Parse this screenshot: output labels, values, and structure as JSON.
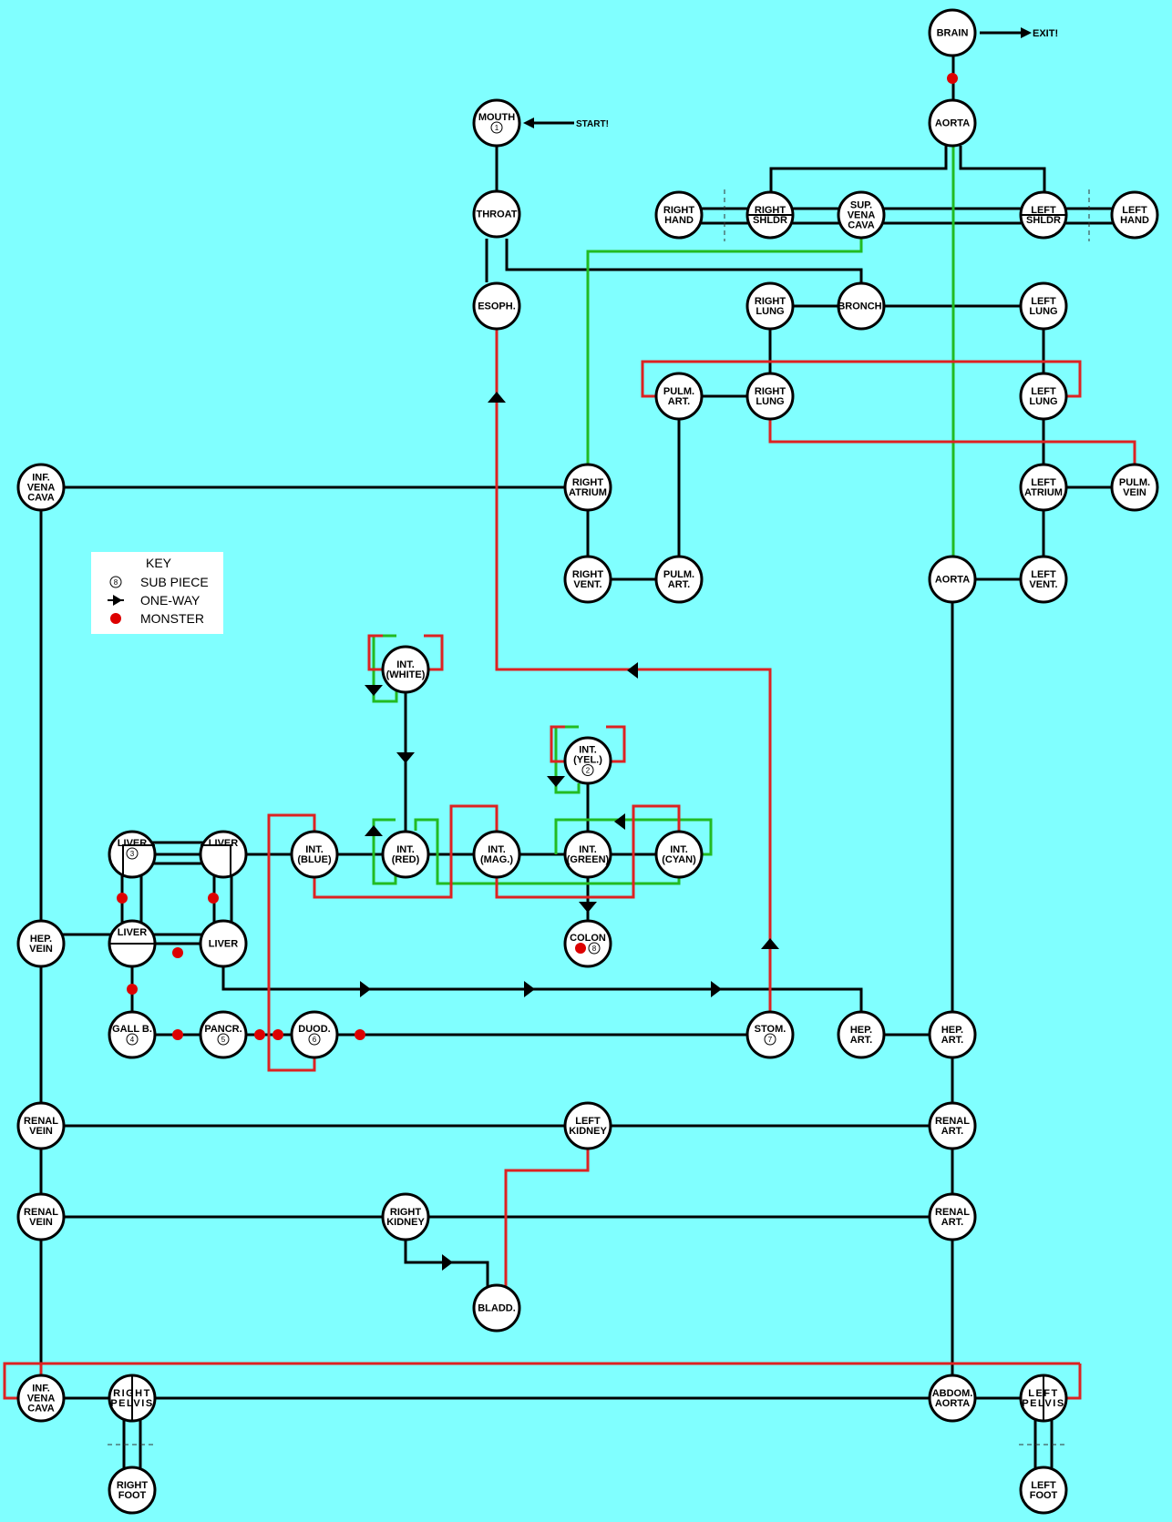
{
  "rooms": [
    {
      "id": "brain",
      "lines": [
        "BRAIN"
      ]
    },
    {
      "id": "aorta-top",
      "lines": [
        "AORTA"
      ]
    },
    {
      "id": "mouth",
      "lines": [
        "MOUTH"
      ],
      "sub": "1"
    },
    {
      "id": "throat",
      "lines": [
        "THROAT"
      ]
    },
    {
      "id": "esoph",
      "lines": [
        "ESOPH."
      ]
    },
    {
      "id": "right-hand",
      "lines": [
        "RIGHT",
        "HAND"
      ]
    },
    {
      "id": "right-shldr",
      "lines": [
        "RIGHT",
        "SHLDR"
      ]
    },
    {
      "id": "sup-vena-cava",
      "lines": [
        "SUP.",
        "VENA",
        "CAVA"
      ]
    },
    {
      "id": "left-shldr",
      "lines": [
        "LEFT",
        "SHLDR"
      ]
    },
    {
      "id": "left-hand",
      "lines": [
        "LEFT",
        "HAND"
      ]
    },
    {
      "id": "right-lung-upper",
      "lines": [
        "RIGHT",
        "LUNG"
      ]
    },
    {
      "id": "bronchi",
      "lines": [
        "BRONCHI"
      ]
    },
    {
      "id": "left-lung-upper",
      "lines": [
        "LEFT",
        "LUNG"
      ]
    },
    {
      "id": "pulm-art-upper",
      "lines": [
        "PULM.",
        "ART."
      ]
    },
    {
      "id": "right-lung-lower",
      "lines": [
        "RIGHT",
        "LUNG"
      ]
    },
    {
      "id": "left-lung-lower",
      "lines": [
        "LEFT",
        "LUNG"
      ]
    },
    {
      "id": "inf-vena-cava-upper",
      "lines": [
        "INF.",
        "VENA",
        "CAVA"
      ]
    },
    {
      "id": "right-atrium",
      "lines": [
        "RIGHT",
        "ATRIUM"
      ]
    },
    {
      "id": "left-atrium",
      "lines": [
        "LEFT",
        "ATRIUM"
      ]
    },
    {
      "id": "pulm-vein",
      "lines": [
        "PULM.",
        "VEIN"
      ]
    },
    {
      "id": "right-vent",
      "lines": [
        "RIGHT",
        "VENT."
      ]
    },
    {
      "id": "pulm-art-lower",
      "lines": [
        "PULM.",
        "ART."
      ]
    },
    {
      "id": "aorta-mid",
      "lines": [
        "AORTA"
      ]
    },
    {
      "id": "left-vent",
      "lines": [
        "LEFT",
        "VENT."
      ]
    },
    {
      "id": "int-white",
      "lines": [
        "INT.",
        "(WHITE)"
      ]
    },
    {
      "id": "int-yel",
      "lines": [
        "INT.",
        "(YEL.)"
      ],
      "sub": "2"
    },
    {
      "id": "liver-a",
      "lines": [
        "LIVER"
      ],
      "sub": "3"
    },
    {
      "id": "liver-b",
      "lines": [
        "LIVER"
      ]
    },
    {
      "id": "int-blue",
      "lines": [
        "INT.",
        "(BLUE)"
      ]
    },
    {
      "id": "int-red",
      "lines": [
        "INT.",
        "(RED)"
      ]
    },
    {
      "id": "int-mag",
      "lines": [
        "INT.",
        "(MAG.)"
      ]
    },
    {
      "id": "int-green",
      "lines": [
        "INT.",
        "(GREEN)"
      ]
    },
    {
      "id": "int-cyan",
      "lines": [
        "INT.",
        "(CYAN)"
      ]
    },
    {
      "id": "hep-vein",
      "lines": [
        "HEP.",
        "VEIN"
      ]
    },
    {
      "id": "liver-c",
      "lines": [
        "LIVER"
      ]
    },
    {
      "id": "liver-d",
      "lines": [
        "LIVER"
      ]
    },
    {
      "id": "colon",
      "lines": [
        "COLON"
      ],
      "sub": "8"
    },
    {
      "id": "gall-b",
      "lines": [
        "GALL B."
      ],
      "sub": "4"
    },
    {
      "id": "pancr",
      "lines": [
        "PANCR."
      ],
      "sub": "5"
    },
    {
      "id": "duod",
      "lines": [
        "DUOD."
      ],
      "sub": "6"
    },
    {
      "id": "stom",
      "lines": [
        "STOM."
      ],
      "sub": "7"
    },
    {
      "id": "hep-art-1",
      "lines": [
        "HEP.",
        "ART."
      ]
    },
    {
      "id": "hep-art-2",
      "lines": [
        "HEP.",
        "ART."
      ]
    },
    {
      "id": "renal-vein-1",
      "lines": [
        "RENAL",
        "VEIN"
      ]
    },
    {
      "id": "left-kidney",
      "lines": [
        "LEFT",
        "KIDNEY"
      ]
    },
    {
      "id": "renal-art-1",
      "lines": [
        "RENAL",
        "ART."
      ]
    },
    {
      "id": "renal-vein-2",
      "lines": [
        "RENAL",
        "VEIN"
      ]
    },
    {
      "id": "right-kidney",
      "lines": [
        "RIGHT",
        "KIDNEY"
      ]
    },
    {
      "id": "renal-art-2",
      "lines": [
        "RENAL",
        "ART."
      ]
    },
    {
      "id": "bladd",
      "lines": [
        "BLADD."
      ]
    },
    {
      "id": "inf-vena-cava-lower",
      "lines": [
        "INF.",
        "VENA",
        "CAVA"
      ]
    },
    {
      "id": "right-pelvis",
      "lines": [
        "RIGHT",
        "PELVIS"
      ],
      "split": true
    },
    {
      "id": "abdom-aorta",
      "lines": [
        "ABDOM.",
        "AORTA"
      ]
    },
    {
      "id": "left-pelvis",
      "lines": [
        "LEFT",
        "PELVIS"
      ],
      "split": true
    },
    {
      "id": "right-foot",
      "lines": [
        "RIGHT",
        "FOOT"
      ]
    },
    {
      "id": "left-foot",
      "lines": [
        "LEFT",
        "FOOT"
      ]
    }
  ],
  "labels": {
    "exit": "EXIT!",
    "start": "START!"
  },
  "key": {
    "title": "KEY",
    "sub_piece_symbol": "8",
    "sub_piece": "SUB PIECE",
    "one_way": "ONE-WAY",
    "monster": "MONSTER"
  },
  "colors": {
    "background": "#80FFFF",
    "path": "#000000",
    "red_path": "#DD2222",
    "green_path": "#22BB22",
    "monster": "#DD0000",
    "room_fill": "#FFFFFF",
    "key_box": "#FFFFFF"
  }
}
